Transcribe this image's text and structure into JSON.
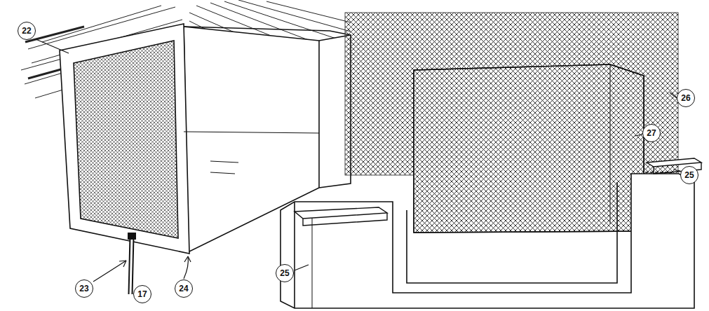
{
  "diagram": {
    "labels": [
      "22",
      "23",
      "24",
      "17",
      "26",
      "27",
      "25",
      "25"
    ]
  }
}
